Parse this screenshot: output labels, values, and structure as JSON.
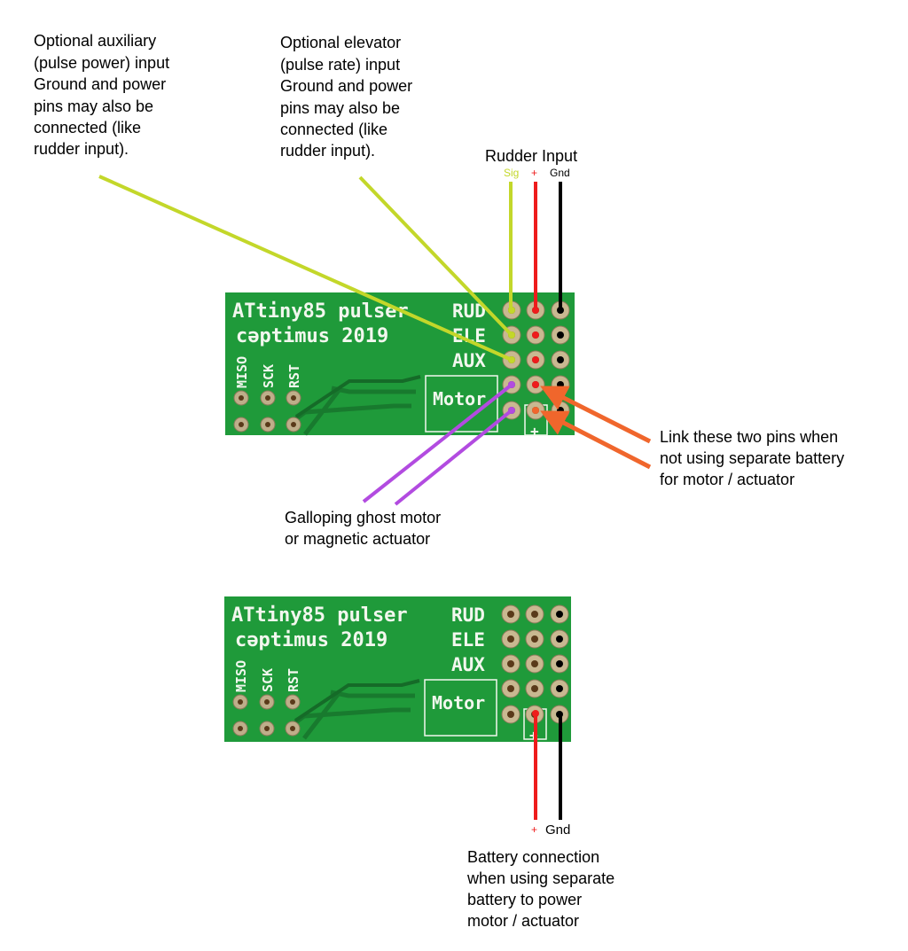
{
  "annotations": {
    "aux_input": [
      "Optional auxiliary",
      "(pulse power) input",
      "Ground and power",
      "pins may also be",
      "connected (like",
      "rudder input)."
    ],
    "ele_input": [
      "Optional elevator",
      "(pulse rate) input",
      "Ground and power",
      "pins may also be",
      "connected (like",
      "rudder input)."
    ],
    "rudder_input": {
      "title": "Rudder Input",
      "sig": "Sig",
      "plus": "+",
      "gnd": "Gnd"
    },
    "link_pins": [
      "Link these two pins when",
      "not using separate battery",
      "for motor / actuator"
    ],
    "motor": [
      "Galloping ghost motor",
      "or magnetic actuator"
    ],
    "battery": {
      "plus": "+",
      "gnd": "Gnd",
      "lines": [
        "Battery connection",
        "when using separate",
        "battery to power",
        "motor / actuator"
      ]
    }
  },
  "board": {
    "title": "ATtiny85 pulser",
    "subtitle": "cəptimus 2019",
    "pin_labels": [
      "RUD",
      "ELE",
      "AUX"
    ],
    "motor_label": "Motor",
    "isp_labels": [
      "MISO",
      "SCK",
      "RST"
    ],
    "plus_mark": "+"
  },
  "colors": {
    "pcb": "#1f9a3a",
    "signal": "#c3d72a",
    "power": "#ee1c1c",
    "ground": "#000000",
    "motor": "#b24be0",
    "link": "#f0662c"
  }
}
